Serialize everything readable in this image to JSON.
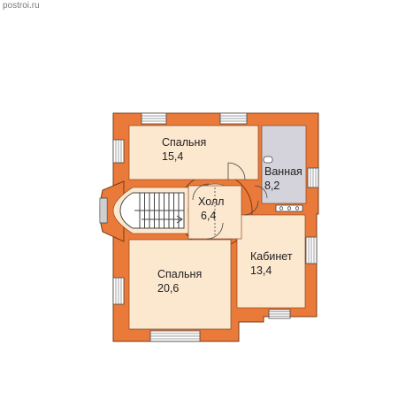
{
  "watermark": "postroi.ru",
  "colors": {
    "wall": "#ea7a3a",
    "wall_outline": "#7a3a10",
    "floor": "#fce7cf",
    "bathroom_floor": "#d4d2da",
    "window": "#ffffff",
    "line": "#444444"
  },
  "rooms": {
    "bedroom_top": {
      "name": "Спальня",
      "area": "15,4"
    },
    "bathroom": {
      "name": "Ванная",
      "area": "8,2"
    },
    "hall": {
      "name": "Холл",
      "area": "6,4"
    },
    "office": {
      "name": "Кабинет",
      "area": "13,4"
    },
    "bedroom_bottom": {
      "name": "Спальня",
      "area": "20,6"
    }
  }
}
